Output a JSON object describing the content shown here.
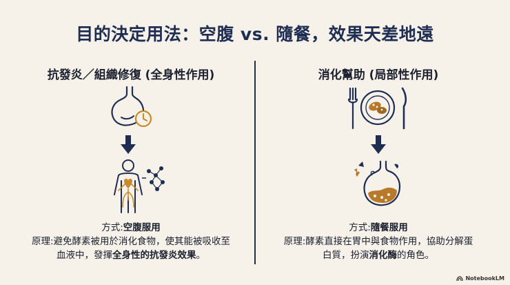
{
  "title": "目的決定用法：空腹 vs. 隨餐，效果天差地遠",
  "left": {
    "heading": "抗發炎／組織修復 (全身性作用)",
    "method_label": "方式:",
    "method_value": "空腹服用",
    "principle_label": "原理:",
    "principle_text_1": "避免酵素被用於消化食物，使其能被吸收至血液中，發揮",
    "principle_bold": "全身性的抗發炎效果",
    "principle_text_2": "。",
    "icons": {
      "top": "stomach-clock-icon",
      "arrow": "arrow-down-icon",
      "bottom": "body-circulation-icon"
    }
  },
  "right": {
    "heading": "消化幫助 (局部性作用)",
    "method_label": "方式:",
    "method_value": "隨餐服用",
    "principle_label": "原理:",
    "principle_text_1": "酵素直接在胃中與食物作用，協助分解蛋白質，扮演",
    "principle_bold": "消化酶",
    "principle_text_2": "的角色。",
    "icons": {
      "top": "plate-fork-knife-icon",
      "arrow": "arrow-down-icon",
      "bottom": "stomach-digesting-icon"
    }
  },
  "brand": "NotebookLM",
  "colors": {
    "navy": "#1f2d52",
    "accent": "#c98a2b",
    "background": "#f6f2ea"
  }
}
